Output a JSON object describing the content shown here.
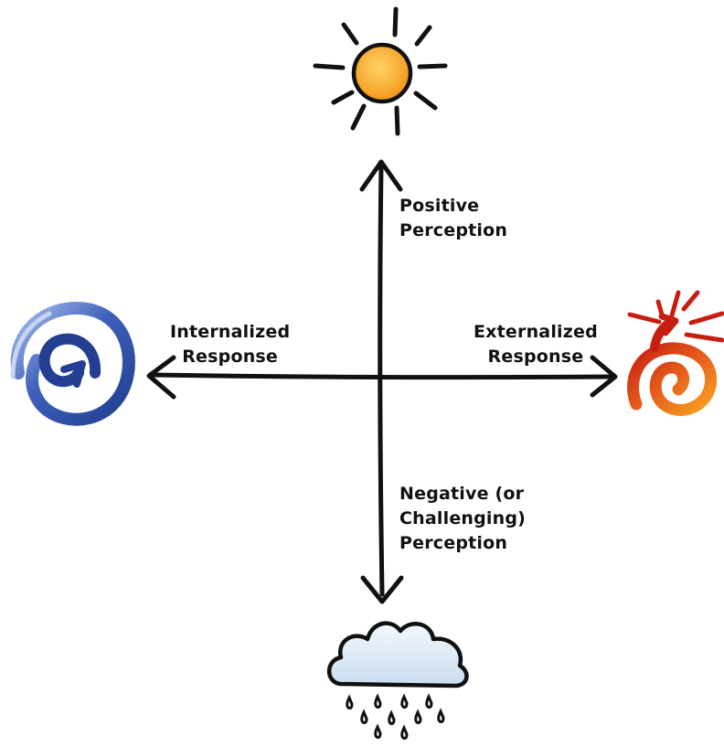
{
  "axes": {
    "vertical_top_label": [
      "Positive",
      "Perception"
    ],
    "vertical_bottom_label": [
      "Negative (or",
      "Challenging)",
      "Perception"
    ],
    "horizontal_left_label": [
      "Internalized",
      "Response"
    ],
    "horizontal_right_label": [
      "Externalized",
      "Response"
    ]
  },
  "icons": {
    "top": "sun-icon",
    "bottom": "rain-cloud-icon",
    "left": "inward-spiral-icon",
    "right": "outward-burst-spiral-icon"
  },
  "colors": {
    "sun_fill": "#f5a62a",
    "cloud_fill": "#dbe9f6",
    "inward_spiral": "#2f4fa0",
    "outward_spiral_outer": "#d2341c",
    "outward_spiral_inner": "#f19a1f",
    "ink": "#111111"
  }
}
